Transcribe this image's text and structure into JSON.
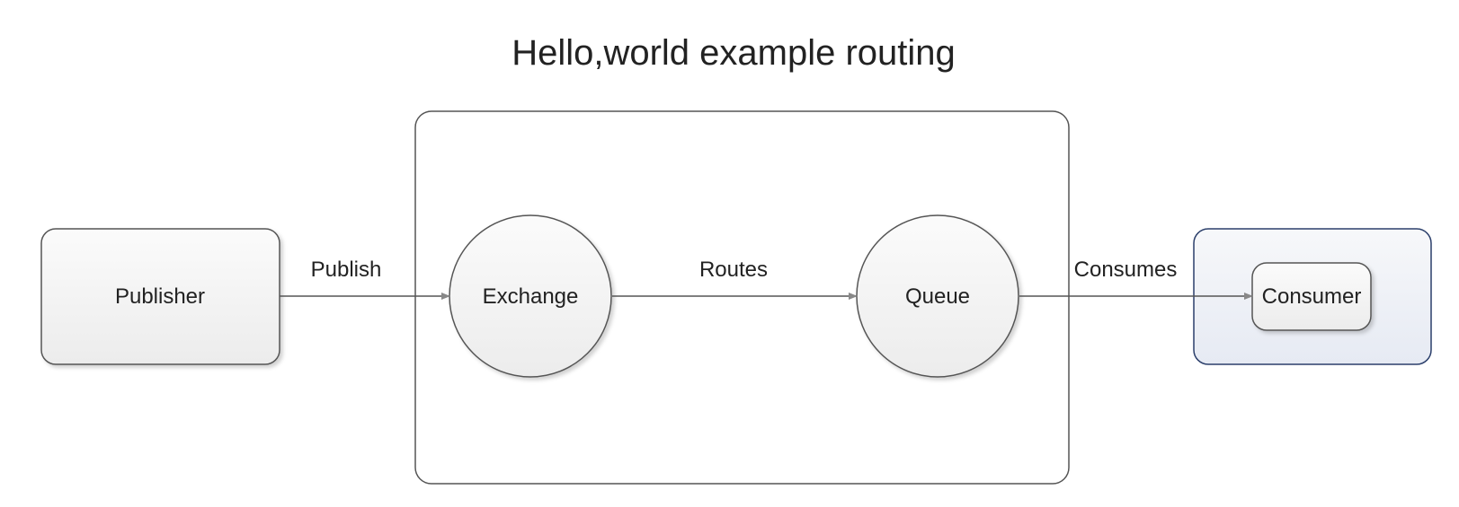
{
  "diagram": {
    "title": "Hello,world example routing",
    "nodes": {
      "publisher": "Publisher",
      "exchange": "Exchange",
      "queue": "Queue",
      "consumer": "Consumer"
    },
    "edges": {
      "publish": "Publish",
      "routes": "Routes",
      "consumes": "Consumes"
    }
  },
  "colors": {
    "stroke": "#555555",
    "consumer_group_border": "#2b3f6b",
    "node_fill_top": "#fbfbfb",
    "node_fill_bottom": "#ececec",
    "consumer_group_fill_top": "#f7f8fa",
    "consumer_group_fill_bottom": "#e6eaf3"
  }
}
